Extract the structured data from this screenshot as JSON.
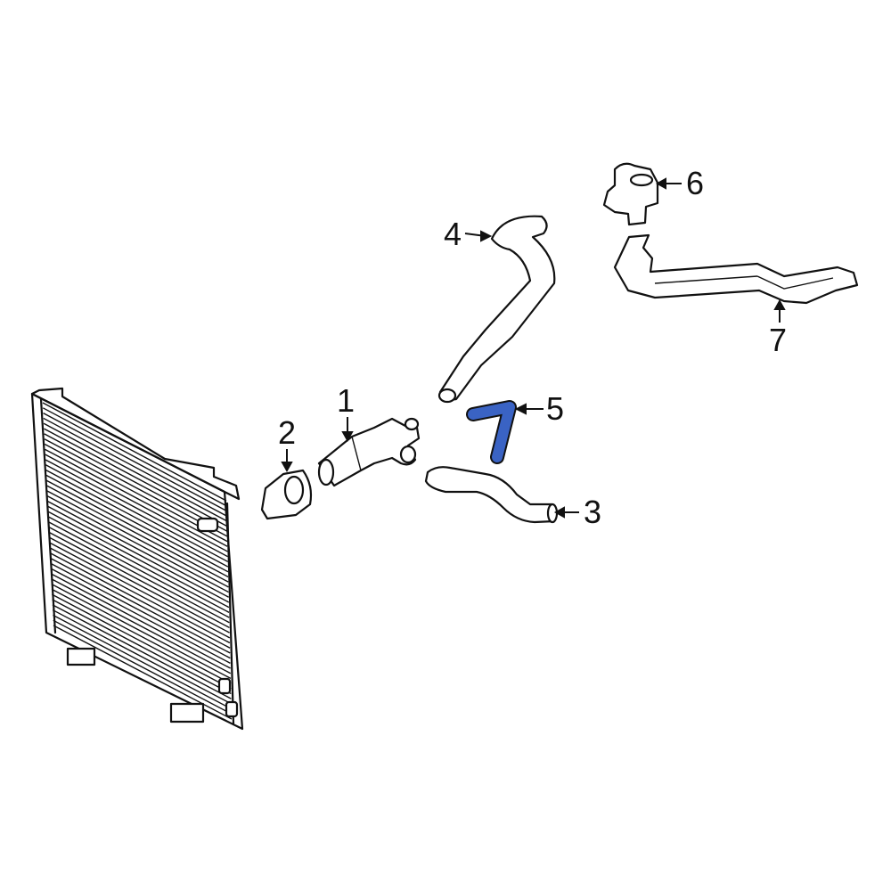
{
  "diagram": {
    "type": "exploded parts diagram",
    "subject": "Auxiliary coolant pump / heater hoses assembly with A/C condenser",
    "highlight_color": "#3a63c4",
    "highlighted_part": "5",
    "callouts": [
      {
        "id": "1",
        "label": "1",
        "part": "auxiliary-water-pump"
      },
      {
        "id": "2",
        "label": "2",
        "part": "pump-bracket"
      },
      {
        "id": "3",
        "label": "3",
        "part": "hose-lower"
      },
      {
        "id": "4",
        "label": "4",
        "part": "hose-upper"
      },
      {
        "id": "5",
        "label": "5",
        "part": "hose-elbow-highlighted"
      },
      {
        "id": "6",
        "label": "6",
        "part": "heater-control-valve"
      },
      {
        "id": "7",
        "label": "7",
        "part": "heater-pipes"
      }
    ]
  }
}
